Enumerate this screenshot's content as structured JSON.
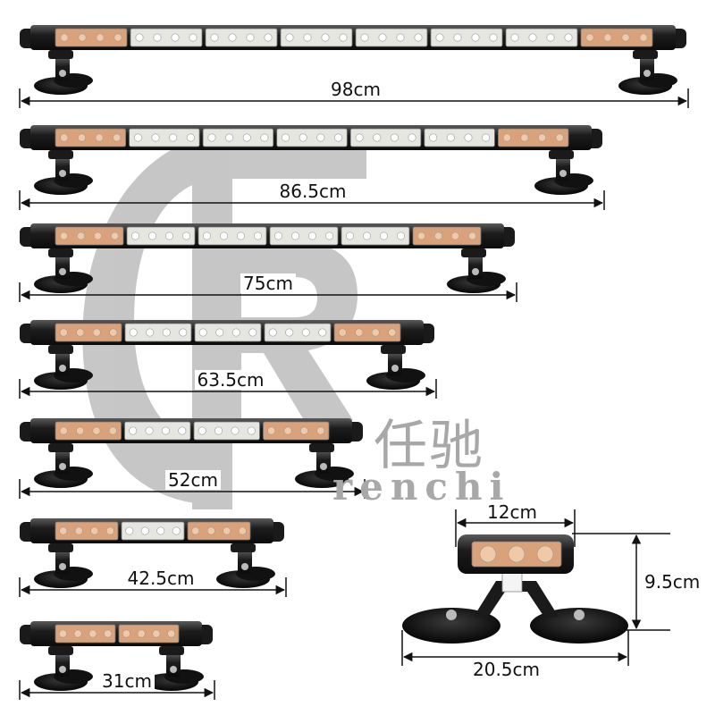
{
  "watermark": {
    "chinese": "任驰",
    "latin": "renchi"
  },
  "light_bars": [
    {
      "length_label": "98cm",
      "modules": [
        "amber",
        "white",
        "white",
        "white",
        "white",
        "white",
        "white",
        "amber"
      ]
    },
    {
      "length_label": "86.5cm",
      "modules": [
        "amber",
        "white",
        "white",
        "white",
        "white",
        "white",
        "amber"
      ]
    },
    {
      "length_label": "75cm",
      "modules": [
        "amber",
        "white",
        "white",
        "white",
        "white",
        "amber"
      ]
    },
    {
      "length_label": "63.5cm",
      "modules": [
        "amber",
        "white",
        "white",
        "white",
        "amber"
      ]
    },
    {
      "length_label": "52cm",
      "modules": [
        "amber",
        "white",
        "white",
        "amber"
      ]
    },
    {
      "length_label": "42.5cm",
      "modules": [
        "amber",
        "white",
        "amber"
      ]
    },
    {
      "length_label": "31cm",
      "modules": [
        "amber",
        "amber"
      ]
    }
  ],
  "single_unit": {
    "width_label": "12cm",
    "height_label": "9.5cm",
    "base_label": "20.5cm"
  },
  "colors": {
    "housing": "#1a1a1a",
    "lens_amber": "#d9a27a",
    "lens_white": "#e6e6e0",
    "watermark": "#a8a8a8",
    "dimension_line": "#111111"
  }
}
